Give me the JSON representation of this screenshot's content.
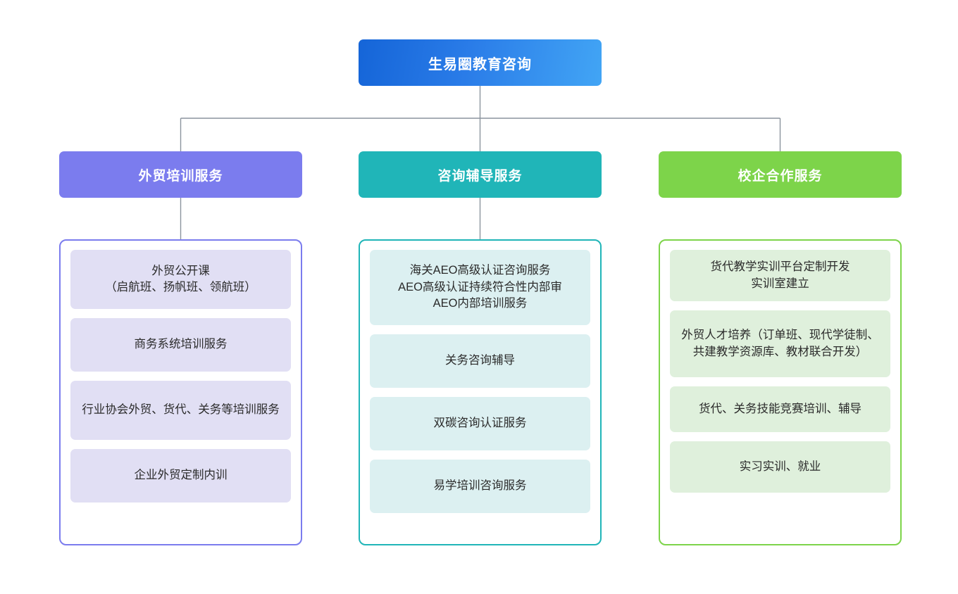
{
  "root": {
    "label": "生易圈教育咨询",
    "color": "#1565d8",
    "color_end": "#42a5f5"
  },
  "columns": [
    {
      "id": "col-1",
      "header": "外贸培训服务",
      "accent": "#7b7cee",
      "card_bg": "#e1dff4",
      "has_stem": true,
      "items": [
        "外贸公开课\n（启航班、扬帆班、领航班）",
        "商务系统培训服务",
        "行业协会外贸、货代、关务等培训服务",
        "企业外贸定制内训"
      ]
    },
    {
      "id": "col-2",
      "header": "咨询辅导服务",
      "accent": "#20b5b8",
      "card_bg": "#dcf0f1",
      "has_stem": true,
      "items": [
        "海关AEO高级认证咨询服务\nAEO高级认证持续符合性内部审\nAEO内部培训服务",
        "关务咨询辅导",
        "双碳咨询认证服务",
        "易学培训咨询服务"
      ]
    },
    {
      "id": "col-3",
      "header": "校企合作服务",
      "accent": "#7dd44a",
      "card_bg": "#dff0dc",
      "has_stem": false,
      "items": [
        "货代教学实训平台定制开发\n实训室建立",
        "外贸人才培养（订单班、现代学徒制、共建教学资源库、教材联合开发）",
        "货代、关务技能竞赛培训、辅导",
        "实习实训、就业"
      ]
    }
  ],
  "connectors": {
    "color": "#8b949e",
    "width": 1
  }
}
